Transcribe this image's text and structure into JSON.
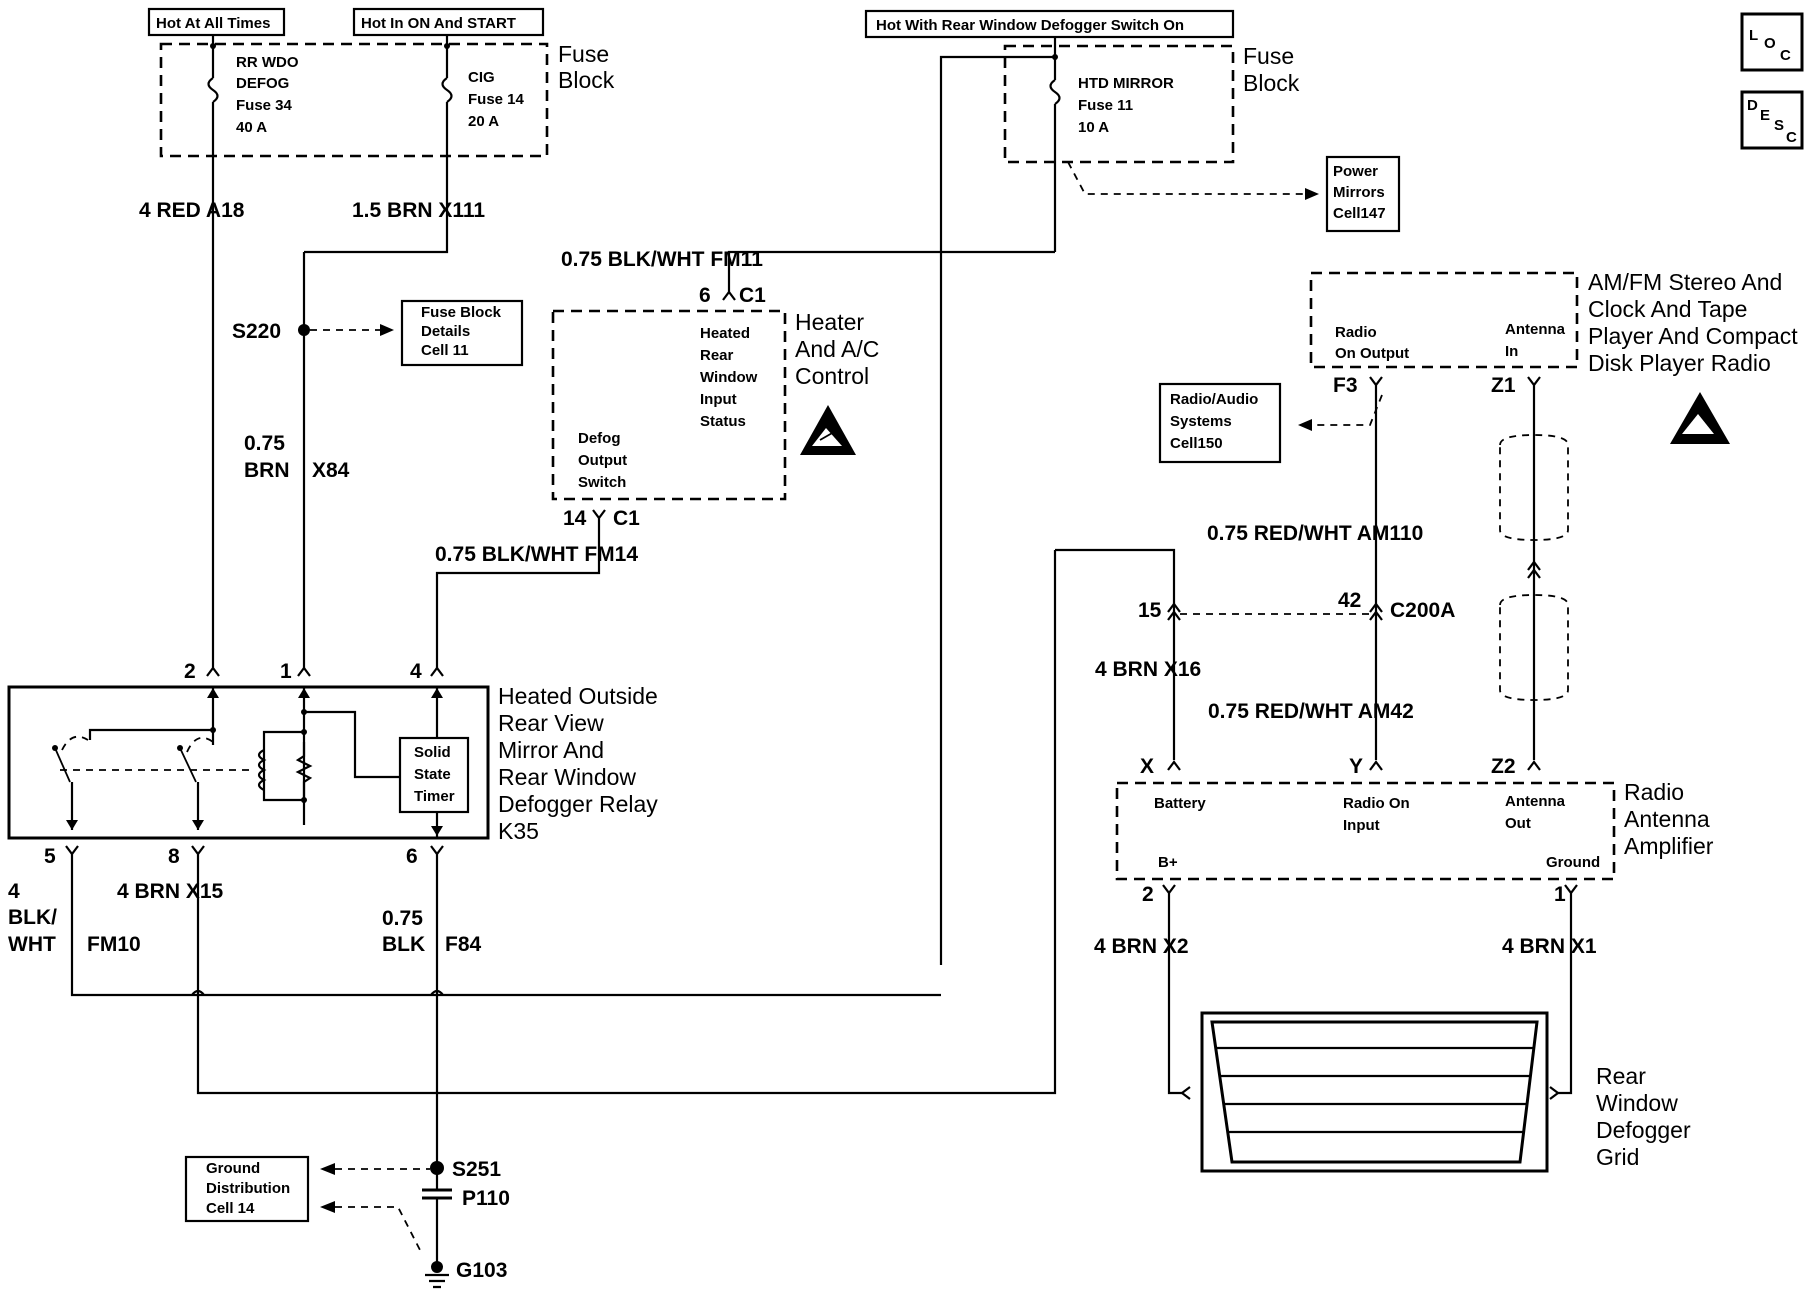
{
  "headers": {
    "hot_at_all_times": "Hot At All Times",
    "hot_in_on_start": "Hot In ON And START",
    "hot_with_defog": "Hot With Rear Window Defogger Switch On"
  },
  "corner": {
    "loc": [
      "L",
      "O",
      "C"
    ],
    "desc": [
      "D",
      "E",
      "S",
      "C"
    ]
  },
  "fuse_block_left": {
    "title": [
      "Fuse",
      "Block"
    ],
    "fuse1": [
      "RR WDO",
      "DEFOG",
      "Fuse 34",
      "40 A"
    ],
    "fuse2": [
      "CIG",
      "Fuse 14",
      "20 A"
    ]
  },
  "fuse_block_right": {
    "title": [
      "Fuse",
      "Block"
    ],
    "fuse": [
      "HTD MIRROR",
      "Fuse 11",
      "10 A"
    ]
  },
  "refs": {
    "power_mirrors": [
      "Power",
      "Mirrors",
      "Cell147"
    ],
    "fuse_block_details": [
      "Fuse Block",
      "Details",
      "Cell 11"
    ],
    "radio_audio": [
      "Radio/Audio",
      "Systems",
      "Cell150"
    ],
    "ground_distribution": [
      "Ground",
      "Distribution",
      "Cell 14"
    ]
  },
  "wires": {
    "a18": "4 RED  A18",
    "x111": "1.5 BRN  X111",
    "fm11": "0.75 BLK/WHT  FM11",
    "x84": [
      "0.75",
      "BRN",
      "X84"
    ],
    "fm14": "0.75 BLK/WHT  FM14",
    "fm10": [
      "4",
      "BLK/",
      "WHT",
      "FM10"
    ],
    "x15": "4 BRN  X15",
    "f84": [
      "0.75",
      "BLK",
      "F84"
    ],
    "am110": "0.75 RED/WHT  AM110",
    "x16": "4 BRN  X16",
    "am42": "0.75 RED/WHT  AM42",
    "x2": "4 BRN  X2",
    "x1": "4 BRN  X1"
  },
  "splices": {
    "s220": "S220",
    "s251": "S251",
    "p110": "P110",
    "g103": "G103"
  },
  "hvac": {
    "title": [
      "Heater",
      "And A/C",
      "Control"
    ],
    "input": [
      "Heated",
      "Rear",
      "Window",
      "Input",
      "Status"
    ],
    "output": [
      "Defog",
      "Output",
      "Switch"
    ],
    "pin_top": "6",
    "conn_top": "C1",
    "pin_bottom": "14",
    "conn_bottom": "C1"
  },
  "relay": {
    "title": [
      "Heated Outside",
      "Rear View",
      "Mirror And",
      "Rear Window",
      "Defogger Relay",
      "K35"
    ],
    "timer": [
      "Solid",
      "State",
      "Timer"
    ],
    "pins": {
      "p2": "2",
      "p1": "1",
      "p4": "4",
      "p5": "5",
      "p8": "8",
      "p6": "6"
    }
  },
  "radio": {
    "title": [
      "AM/FM Stereo And",
      "Clock And Tape",
      "Player And Compact",
      "Disk Player Radio"
    ],
    "radio_on_output": [
      "Radio",
      "On Output"
    ],
    "antenna_in": [
      "Antenna",
      "In"
    ],
    "pin_f3": "F3",
    "pin_z1": "Z1"
  },
  "c200a": {
    "pin15": "15",
    "pin42": "42",
    "name": "C200A"
  },
  "amp": {
    "title": [
      "Radio",
      "Antenna",
      "Amplifier"
    ],
    "battery": "Battery",
    "radio_on_input": [
      "Radio On",
      "Input"
    ],
    "antenna_out": [
      "Antenna",
      "Out"
    ],
    "bplus": "B+",
    "ground": "Ground",
    "pin_x": "X",
    "pin_y": "Y",
    "pin_z2": "Z2",
    "pin_2": "2",
    "pin_1": "1"
  },
  "grid": {
    "title": [
      "Rear",
      "Window",
      "Defogger",
      "Grid"
    ]
  }
}
